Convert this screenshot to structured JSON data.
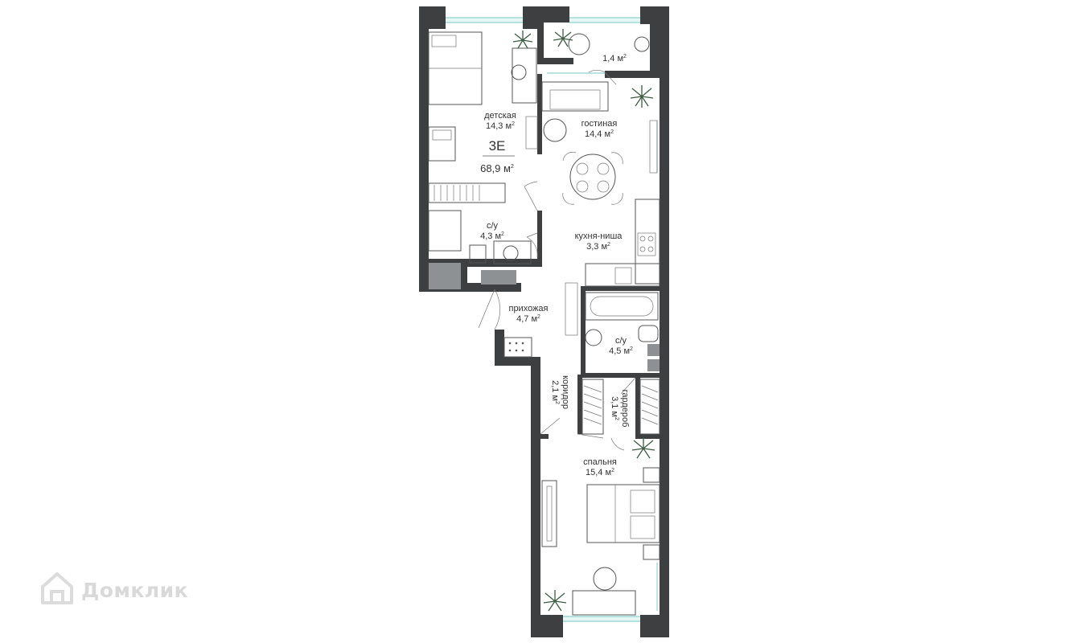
{
  "plan": {
    "apartment_code": "3Е",
    "total_area": "68,9",
    "unit": "м",
    "unit_power": "2",
    "rooms": [
      {
        "name": "",
        "area": "1,4"
      },
      {
        "name": "детская",
        "area": "14,3"
      },
      {
        "name": "гостиная",
        "area": "14,4"
      },
      {
        "name": "с/у",
        "area": "4,3"
      },
      {
        "name": "кухня-ниша",
        "area": "3,3"
      },
      {
        "name": "прихожая",
        "area": "4,7"
      },
      {
        "name": "с/у",
        "area": "4,5"
      },
      {
        "name": "коридор",
        "area": "2,1"
      },
      {
        "name": "гардероб",
        "area": "3,1"
      },
      {
        "name": "спальня",
        "area": "15,4"
      }
    ],
    "colors": {
      "wall": "#3d3f41",
      "window": "#8fd3d0",
      "shaft": "#8e9194",
      "plant": "#3b5d43"
    }
  },
  "watermark": {
    "brand": "Домклик",
    "icon": "house-logo-icon"
  }
}
